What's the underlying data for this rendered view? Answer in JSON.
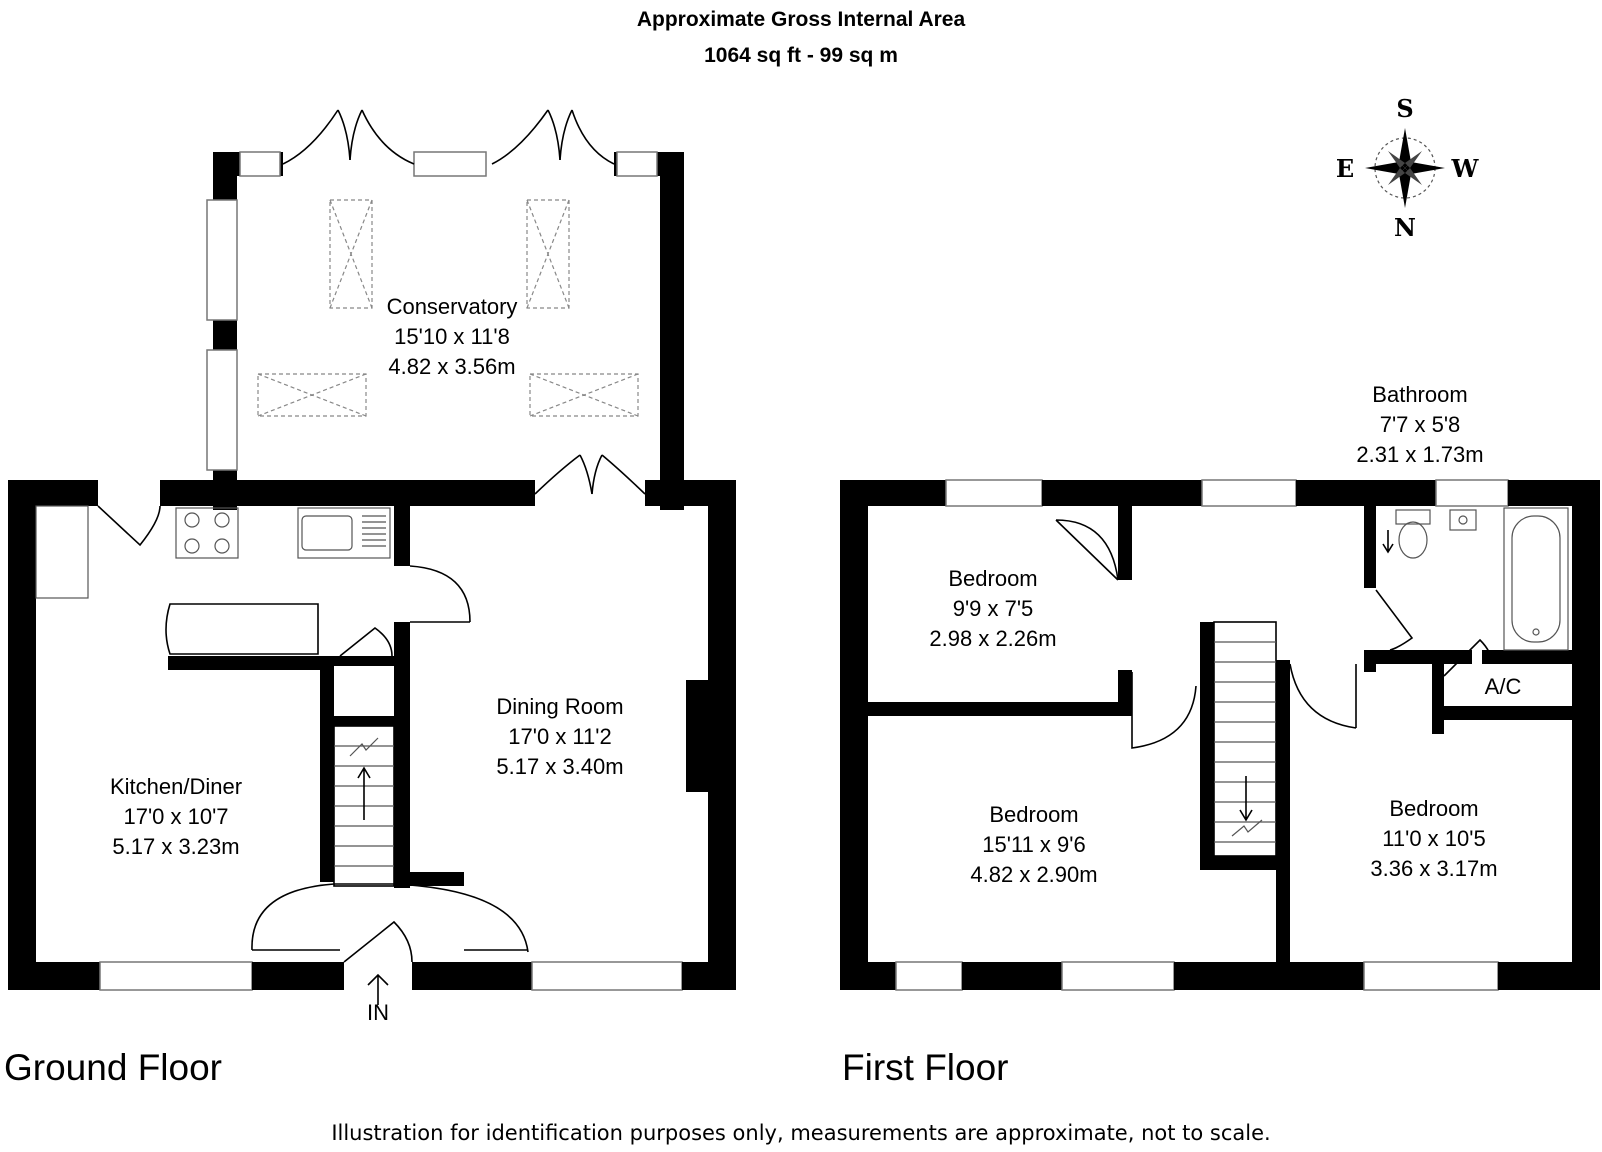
{
  "header": {
    "line1": "Approximate Gross Internal Area",
    "line2": "1064 sq ft - 99 sq m"
  },
  "compass": {
    "top": "S",
    "bottom": "N",
    "left": "E",
    "right": "W"
  },
  "ground_floor": {
    "title": "Ground Floor",
    "entrance": "IN",
    "rooms": {
      "conservatory": {
        "name": "Conservatory",
        "imperial": "15'10 x 11'8",
        "metric": "4.82 x 3.56m"
      },
      "kitchen": {
        "name": "Kitchen/Diner",
        "imperial": "17'0 x 10'7",
        "metric": "5.17 x 3.23m"
      },
      "dining": {
        "name": "Dining Room",
        "imperial": "17'0 x 11'2",
        "metric": "5.17 x 3.40m"
      }
    }
  },
  "first_floor": {
    "title": "First Floor",
    "rooms": {
      "bathroom": {
        "name": "Bathroom",
        "imperial": "7'7 x 5'8",
        "metric": "2.31 x 1.73m"
      },
      "bedroom1": {
        "name": "Bedroom",
        "imperial": "9'9 x 7'5",
        "metric": "2.98 x 2.26m"
      },
      "bedroom2": {
        "name": "Bedroom",
        "imperial": "15'11 x 9'6",
        "metric": "4.82 x 2.90m"
      },
      "bedroom3": {
        "name": "Bedroom",
        "imperial": "11'0 x 10'5",
        "metric": "3.36 x 3.17m"
      },
      "ac": {
        "name": "A/C"
      }
    }
  },
  "footer": "Illustration for identification purposes only, measurements are approximate, not to scale."
}
